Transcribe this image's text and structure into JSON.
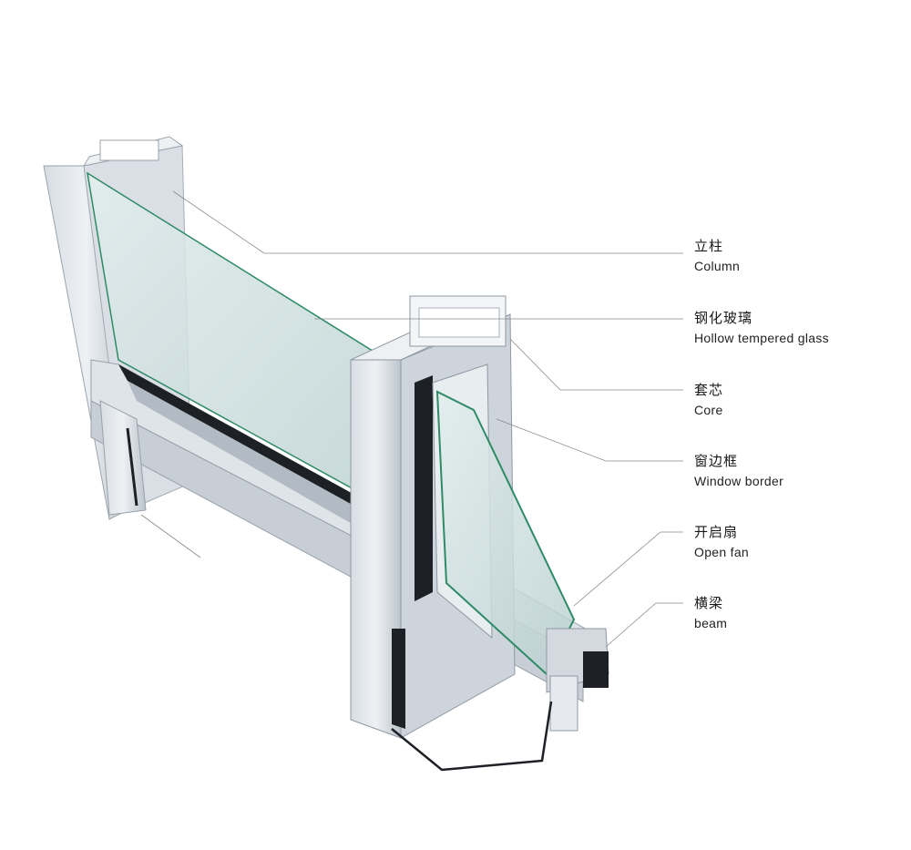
{
  "diagram": {
    "parts": [
      {
        "id": "column",
        "zh": "立柱",
        "en": "Column"
      },
      {
        "id": "glass",
        "zh": "钢化玻璃",
        "en": "Hollow tempered glass"
      },
      {
        "id": "core",
        "zh": "套芯",
        "en": "Core"
      },
      {
        "id": "window-border",
        "zh": "窗边框",
        "en": "Window border"
      },
      {
        "id": "open-fan",
        "zh": "开启扇",
        "en": "Open fan"
      },
      {
        "id": "beam",
        "zh": "横梁",
        "en": "beam"
      }
    ],
    "colors": {
      "aluminum_light": "#e4e9ee",
      "aluminum_mid": "#c4ccd4",
      "aluminum_dark": "#8f98a1",
      "glass": "#cfe0e0",
      "glass_edge": "#2f8a66",
      "gasket": "#1a1d20",
      "leader_line": "#8a8a8a"
    }
  }
}
